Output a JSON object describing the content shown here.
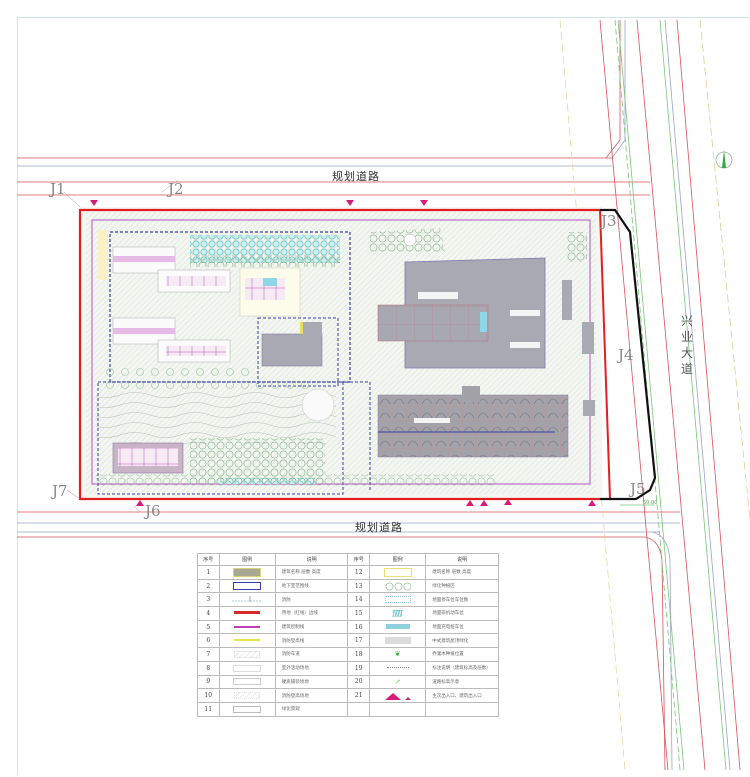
{
  "drawing": {
    "type": "landscape site master plan",
    "roads": {
      "top": "规划道路",
      "bottom": "规划道路",
      "right": "兴业大道"
    },
    "junctions": [
      "J1",
      "J2",
      "J3",
      "J4",
      "J5",
      "J6",
      "J7"
    ],
    "north_arrow": "north-arrow",
    "dimension_label": "50.00",
    "colors": {
      "site_boundary": "#e01f1f",
      "road_red_line": "#d9535a",
      "building_fill": "#a9a9b4",
      "green_line": "#7bc47b",
      "purple_line": "#b552c8",
      "blue_dashed": "#3a3ea8",
      "black_boundary": "#111111",
      "entrance_marker": "#d81b7a"
    }
  },
  "legend": {
    "headers": [
      "序号",
      "图例",
      "说明",
      "序号",
      "图例",
      "说明"
    ],
    "left": [
      {
        "num": "1",
        "swatch": "gray-box",
        "desc": "建筑名称 层数 高度"
      },
      {
        "num": "2",
        "swatch": "blue-outline",
        "desc": "地下室范围线"
      },
      {
        "num": "3",
        "swatch": "hydrant",
        "desc": "消防"
      },
      {
        "num": "4",
        "swatch": "red-line",
        "desc": "用地（红线）边线"
      },
      {
        "num": "5",
        "swatch": "magenta-line",
        "desc": "建筑控制线"
      },
      {
        "num": "6",
        "swatch": "yellow-line",
        "desc": "消防登高线"
      },
      {
        "num": "7",
        "swatch": "dotted-fill",
        "desc": "消防车道"
      },
      {
        "num": "8",
        "swatch": "light-box",
        "desc": "室外活动场地"
      },
      {
        "num": "9",
        "swatch": "plain-box",
        "desc": "硬质铺装场地"
      },
      {
        "num": "10",
        "swatch": "hatched-box",
        "desc": "消防登高场地"
      },
      {
        "num": "11",
        "swatch": "white-box",
        "desc": "绿化景观"
      }
    ],
    "right": [
      {
        "num": "12",
        "swatch": "yellow-outline-box",
        "desc": "建筑名称 层数 高度"
      },
      {
        "num": "13",
        "swatch": "circles",
        "desc": "绿化种植区"
      },
      {
        "num": "14",
        "swatch": "light-grid",
        "desc": "地面停车位车位数"
      },
      {
        "num": "15",
        "swatch": "teal-zigzag",
        "desc": "地面非机动车位"
      },
      {
        "num": "16",
        "swatch": "teal-grid",
        "desc": "地面充电桩车位"
      },
      {
        "num": "17",
        "swatch": "gray-hatch",
        "desc": "中式建筑屋顶绿化"
      },
      {
        "num": "18",
        "swatch": "tree-symbol",
        "desc": "乔灌木种植位置"
      },
      {
        "num": "19",
        "swatch": "text-label",
        "desc": "标注说明（建筑标高及层数）"
      },
      {
        "num": "20",
        "swatch": "small-tree",
        "desc": "道路标高示意"
      },
      {
        "num": "21",
        "swatch": "entrance-triangles",
        "desc": "主次出入口、建筑出入口"
      },
      {
        "num": "",
        "swatch": "",
        "desc": ""
      }
    ]
  }
}
